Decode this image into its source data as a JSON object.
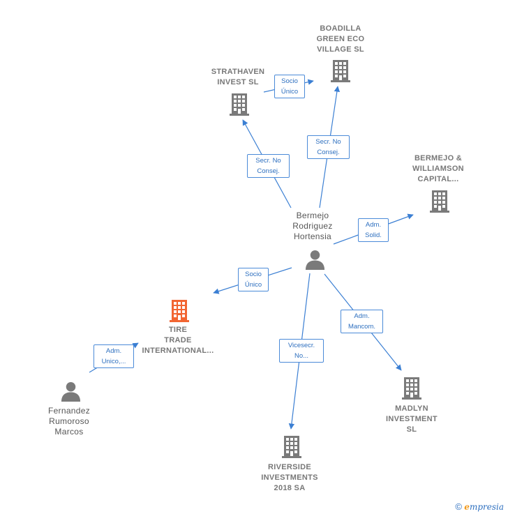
{
  "colors": {
    "edge": "#3b7fd3",
    "company": "#7a7a7a",
    "main_company": "#f26532",
    "person": "#7a7a7a"
  },
  "nodes": {
    "boadilla": {
      "lines": [
        "BOADILLA",
        "GREEN ECO",
        "VILLAGE  SL"
      ]
    },
    "strathaven": {
      "lines": [
        "STRATHAVEN",
        "INVEST  SL"
      ]
    },
    "bermejo_williamson": {
      "lines": [
        "BERMEJO &",
        "WILLIAMSON",
        "CAPITAL..."
      ]
    },
    "bermejo_person": {
      "lines": [
        "Bermejo",
        "Rodriguez",
        "Hortensia"
      ]
    },
    "tire_trade": {
      "lines": [
        "TIRE",
        "TRADE",
        "INTERNATIONAL..."
      ]
    },
    "fernandez": {
      "lines": [
        "Fernandez",
        "Rumoroso",
        "Marcos"
      ]
    },
    "riverside": {
      "lines": [
        "RIVERSIDE",
        "INVESTMENTS",
        "2018 SA"
      ]
    },
    "madlyn": {
      "lines": [
        "MADLYN",
        "INVESTMENT",
        "SL"
      ]
    }
  },
  "edges": {
    "strathaven_boadilla": {
      "lines": [
        "Socio",
        "Único"
      ]
    },
    "bermejo_boadilla": {
      "lines": [
        "Secr.  No",
        "Consej."
      ]
    },
    "bermejo_strathaven": {
      "lines": [
        "Secr.  No",
        "Consej."
      ]
    },
    "bermejo_williamson": {
      "lines": [
        "Adm.",
        "Solid."
      ]
    },
    "bermejo_tire": {
      "lines": [
        "Socio",
        "Único"
      ]
    },
    "fernandez_tire": {
      "lines": [
        "Adm.",
        "Unico,..."
      ]
    },
    "bermejo_riverside": {
      "lines": [
        "Vicesecr.",
        "No..."
      ]
    },
    "bermejo_madlyn": {
      "lines": [
        "Adm.",
        "Mancom."
      ]
    }
  },
  "footer": {
    "copyright": "©",
    "brand_initial": "e",
    "brand_rest": "mpresia"
  }
}
